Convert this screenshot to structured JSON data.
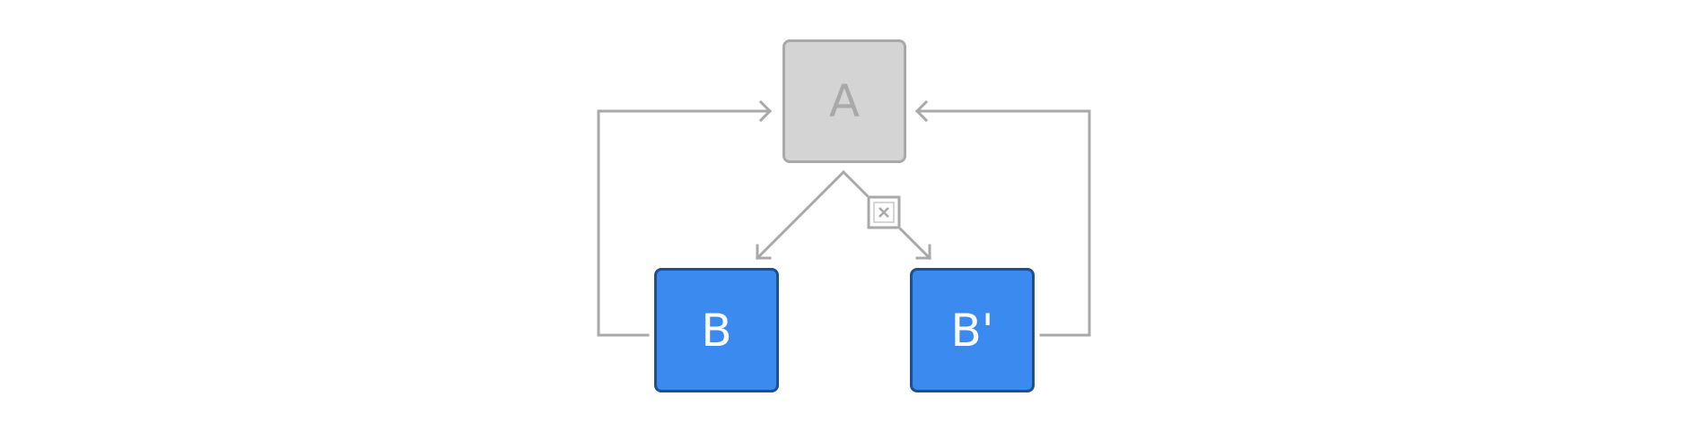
{
  "nodes": {
    "a": {
      "label": "A"
    },
    "b": {
      "label": "B"
    },
    "b_prime": {
      "label": "B'"
    }
  },
  "colors": {
    "edge": "#a9a9a9",
    "node_a_fill": "#d4d4d4",
    "node_b_fill": "#3a8af0",
    "node_b_border": "#1f4f8e"
  }
}
